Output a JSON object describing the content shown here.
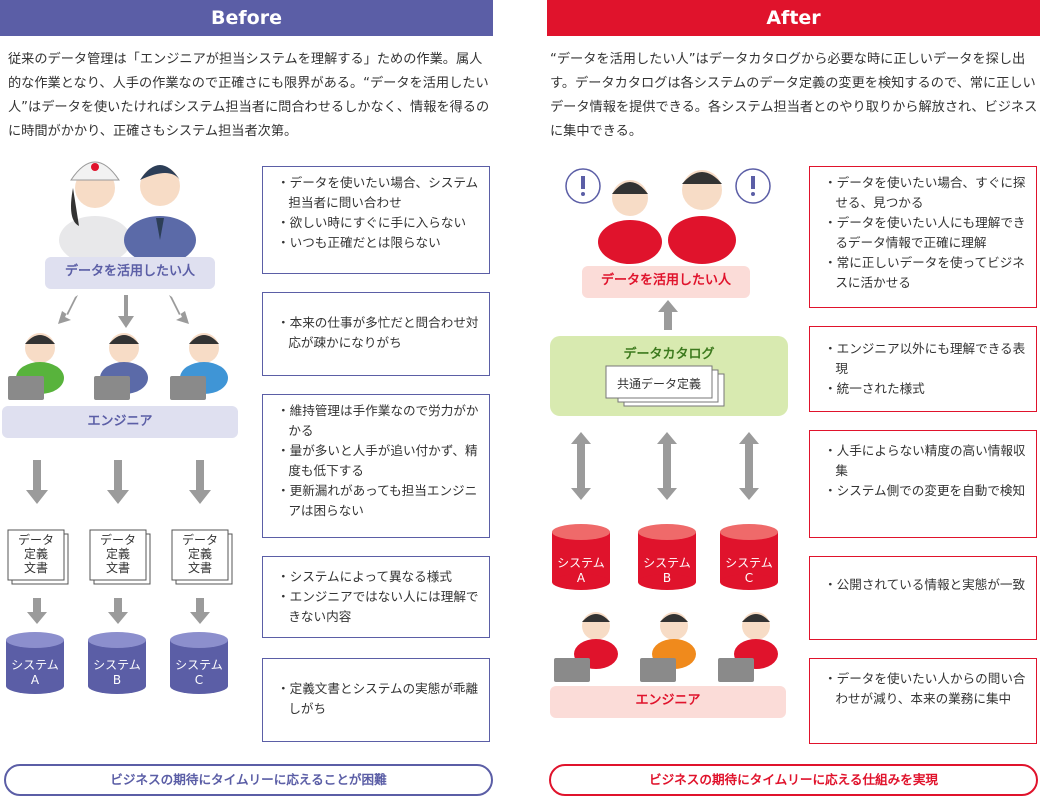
{
  "colors": {
    "before_accent": "#5b5ea6",
    "after_accent": "#e0132c",
    "before_label_bg": "#dfe0f0",
    "after_label_bg": "#fbdcd8",
    "catalog_bg": "#d8eab0",
    "arrow_gray": "#9b9b9b"
  },
  "before": {
    "header": "Before",
    "intro": "従来のデータ管理は「エンジニアが担当システムを理解する」ための作業。属人的な作業となり、人手の作業なので正確さにも限界がある。“データを活用したい人”はデータを使いたければシステム担当者に問合わせるしかなく、情報を得るのに時間がかかり、正確さもシステム担当者次第。",
    "users_label": "データを活用したい人",
    "engineers_label": "エンジニア",
    "documents": [
      {
        "line1": "データ",
        "line2": "定義",
        "line3": "文書"
      },
      {
        "line1": "データ",
        "line2": "定義",
        "line3": "文書"
      },
      {
        "line1": "データ",
        "line2": "定義",
        "line3": "文書"
      }
    ],
    "systems": [
      {
        "line1": "システム",
        "line2": "A"
      },
      {
        "line1": "システム",
        "line2": "B"
      },
      {
        "line1": "システム",
        "line2": "C"
      }
    ],
    "callouts": [
      {
        "items": [
          "データを使いたい場合、システム担当者に問い合わせ",
          "欲しい時にすぐに手に入らない",
          "いつも正確だとは限らない"
        ]
      },
      {
        "items": [
          "本来の仕事が多忙だと問合わせ対応が疎かになりがち"
        ]
      },
      {
        "items": [
          "維持管理は手作業なので労力がかかる",
          "量が多いと人手が追い付かず、精度も低下する",
          "更新漏れがあっても担当エンジニアは困らない"
        ]
      },
      {
        "items": [
          "システムによって異なる様式",
          "エンジニアではない人には理解できない内容"
        ]
      },
      {
        "items": [
          "定義文書とシステムの実態が乖離しがち"
        ]
      }
    ],
    "bottom": "ビジネスの期待にタイムリーに応えることが困難"
  },
  "after": {
    "header": "After",
    "intro": "“データを活用したい人”はデータカタログから必要な時に正しいデータを探し出す。データカタログは各システムのデータ定義の変更を検知するので、常に正しいデータ情報を提供できる。各システム担当者とのやり取りから解放され、ビジネスに集中できる。",
    "users_label": "データを活用したい人",
    "catalog_title": "データカタログ",
    "catalog_doc": "共通データ定義",
    "engineers_label": "エンジニア",
    "systems": [
      {
        "line1": "システム",
        "line2": "A"
      },
      {
        "line1": "システム",
        "line2": "B"
      },
      {
        "line1": "システム",
        "line2": "C"
      }
    ],
    "callouts": [
      {
        "items": [
          "データを使いたい場合、すぐに探せる、見つかる",
          "データを使いたい人にも理解できるデータ情報で正確に理解",
          "常に正しいデータを使ってビジネスに活かせる"
        ]
      },
      {
        "items": [
          "エンジニア以外にも理解できる表現",
          "統一された様式"
        ]
      },
      {
        "items": [
          "人手によらない精度の高い情報収集",
          "システム側での変更を自動で検知"
        ]
      },
      {
        "items": [
          "公開されている情報と実態が一致"
        ]
      },
      {
        "items": [
          "データを使いたい人からの問い合わせが減り、本来の業務に集中"
        ]
      }
    ],
    "bottom": "ビジネスの期待にタイムリーに応える仕組みを実現"
  }
}
